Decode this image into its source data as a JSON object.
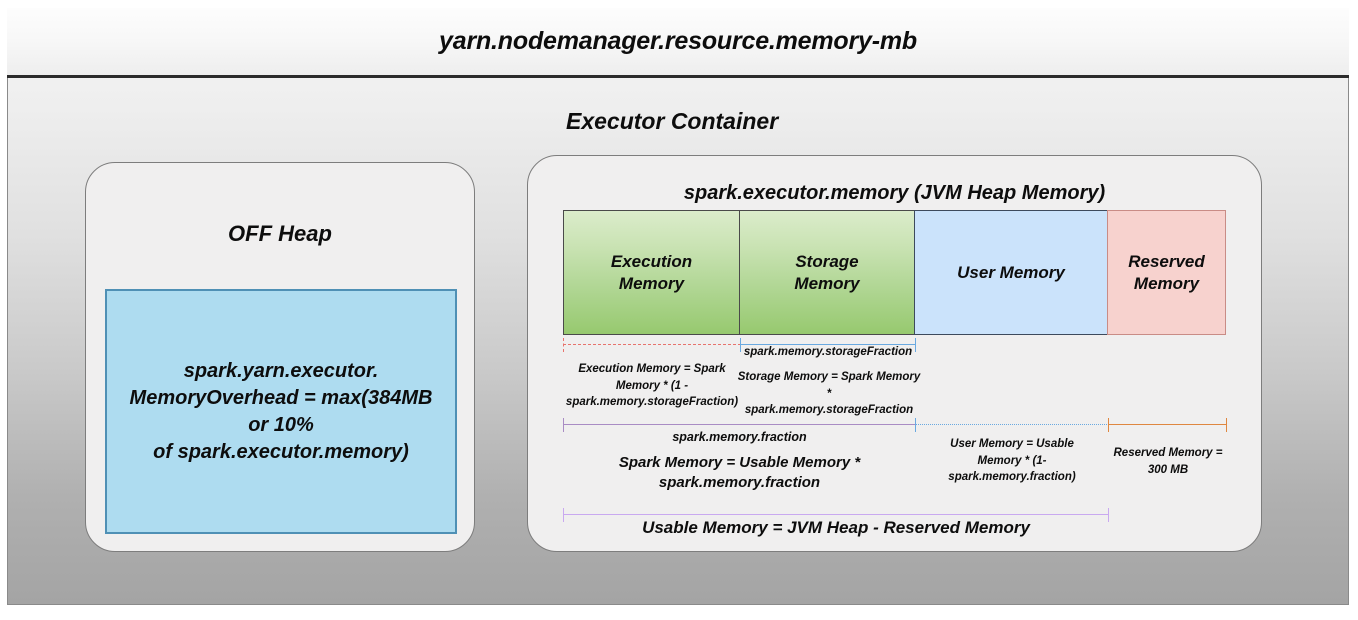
{
  "header": {
    "title": "yarn.nodemanager.resource.memory-mb"
  },
  "section": {
    "executor_container_label": "Executor Container"
  },
  "off_heap": {
    "title": "OFF Heap",
    "box_text": "spark.yarn.executor.\nMemoryOverhead = max(384MB\nor 10%\nof spark.executor.memory)"
  },
  "heap": {
    "title": "spark.executor.memory (JVM Heap Memory)",
    "blocks": [
      {
        "name": "execution-memory",
        "label": "Execution\nMemory",
        "color": "#b2d796"
      },
      {
        "name": "storage-memory",
        "label": "Storage\nMemory",
        "color": "#b2d796"
      },
      {
        "name": "user-memory",
        "label": "User Memory",
        "color": "#cbe3fb"
      },
      {
        "name": "reserved-memory",
        "label": "Reserved\nMemory",
        "color": "#f7d2ce"
      }
    ]
  },
  "annotations": {
    "storage_fraction_label": "spark.memory.storageFraction",
    "execution_memory_formula": "Execution Memory = Spark\nMemory * (1 -\nspark.memory.storageFraction)",
    "storage_memory_formula": "Storage Memory = Spark Memory *\nspark.memory.storageFraction",
    "memory_fraction_label": "spark.memory.fraction",
    "spark_memory_formula": "Spark Memory = Usable Memory *\nspark.memory.fraction",
    "user_memory_formula": "User Memory = Usable\nMemory * (1-\nspark.memory.fraction)",
    "reserved_memory_formula": "Reserved Memory =\n300 MB",
    "usable_memory_formula": "Usable Memory = JVM Heap - Reserved Memory"
  },
  "bracket_colors": {
    "execution": "#e8736d",
    "storage": "#6aa9e0",
    "spark_memory": "#a98cc4",
    "user": "#6aa9e0",
    "reserved": "#df8740",
    "usable": "#c9a9f0"
  }
}
